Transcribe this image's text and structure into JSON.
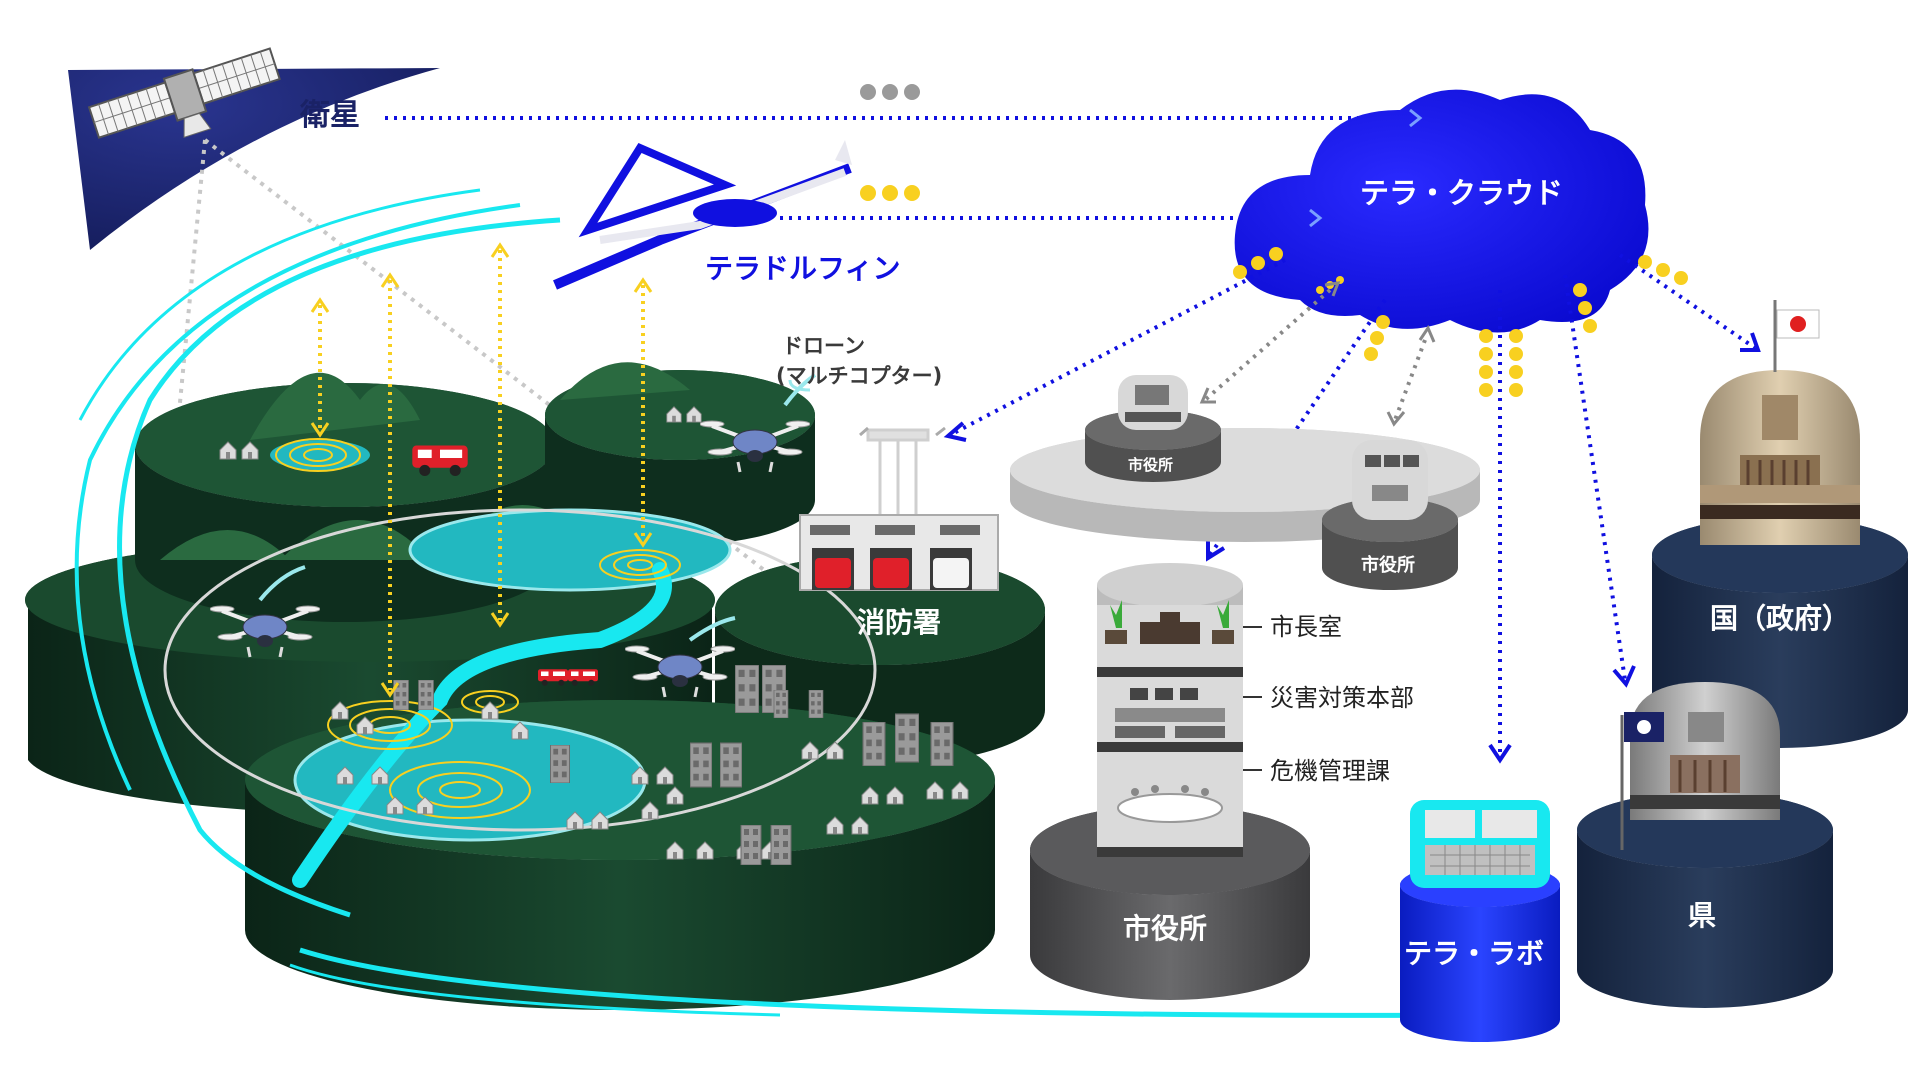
{
  "labels": {
    "satellite": "衛星",
    "cloud": "テラ・クラウド",
    "dolphin": "テラドルフィン",
    "drone_line1": "ドローン",
    "drone_line2": "(マルチコプター)",
    "fire_station": "消防署",
    "city_office_small_1": "市役所",
    "city_office_small_2": "市役所",
    "mayor_room": "市長室",
    "disaster_hq": "災害対策本部",
    "crisis_section": "危機管理課",
    "city_office": "市役所",
    "terra_lab": "テラ・ラボ",
    "national_gov": "国（政府）",
    "prefecture": "県"
  },
  "colors": {
    "navy": "#1a2266",
    "blue": "#1010e0",
    "cyan": "#18e8f0",
    "yellow": "#f8d020",
    "forest": "#15402a",
    "forest_dark": "#0b2417",
    "water": "#22b8c0",
    "gray_dark": "#58585a",
    "gray_light": "#c8c8c8",
    "lab_blue": "#1428e0",
    "gov_navy": "#1e3050",
    "gov_top": "#c8b090"
  },
  "icons": [
    "satellite-icon",
    "aircraft-icon",
    "drone-icon",
    "fire-truck-icon",
    "house-icon",
    "building-icon",
    "flag-icon",
    "tower-icon"
  ]
}
